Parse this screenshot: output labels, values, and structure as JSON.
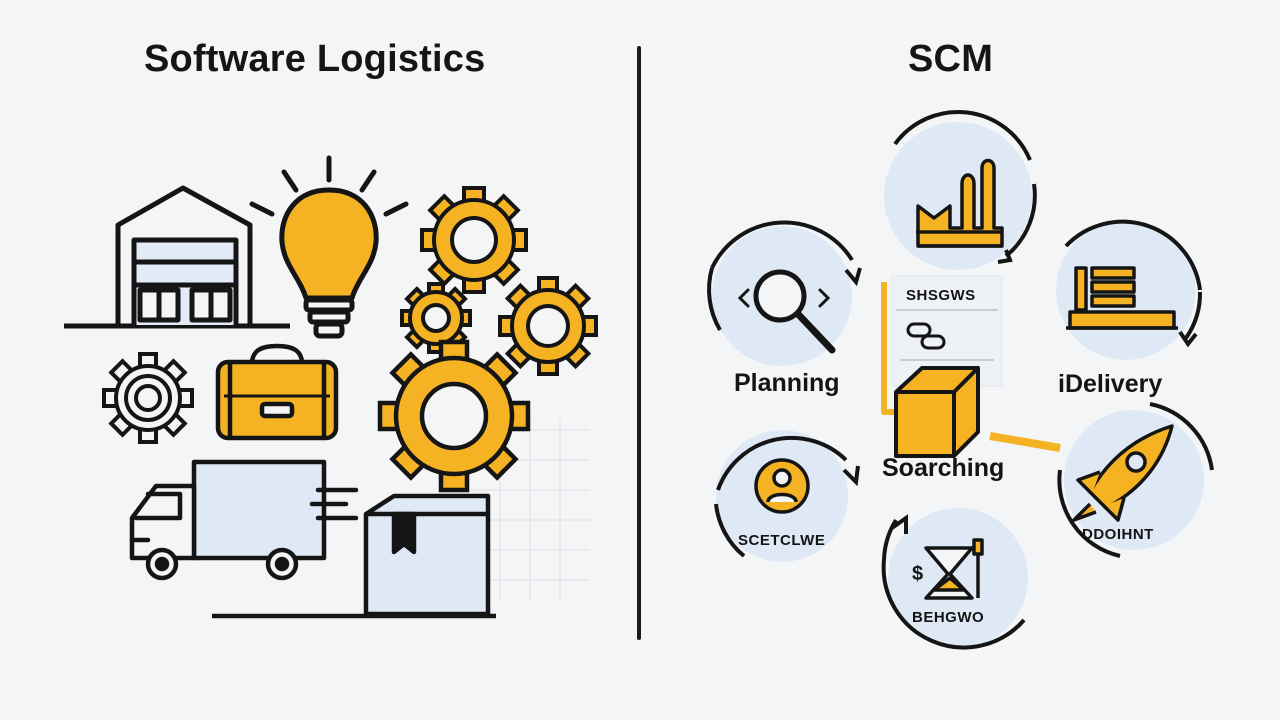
{
  "left_panel": {
    "title": "Software Logistics"
  },
  "right_panel": {
    "title": "SCM",
    "labels": {
      "planning": "Planning",
      "delivery": "iDelivery",
      "sourcing": "Soarching",
      "board_top": "SHSGWS",
      "user_circle": "SCETCLWE",
      "rocket_circle": "DDOIHNT",
      "bottom_circle": "BEHGWO"
    }
  },
  "colors": {
    "accent": "#f5b324",
    "ink": "#151515",
    "circle_fill": "#dfe9f5",
    "background": "#f4f5f6"
  }
}
